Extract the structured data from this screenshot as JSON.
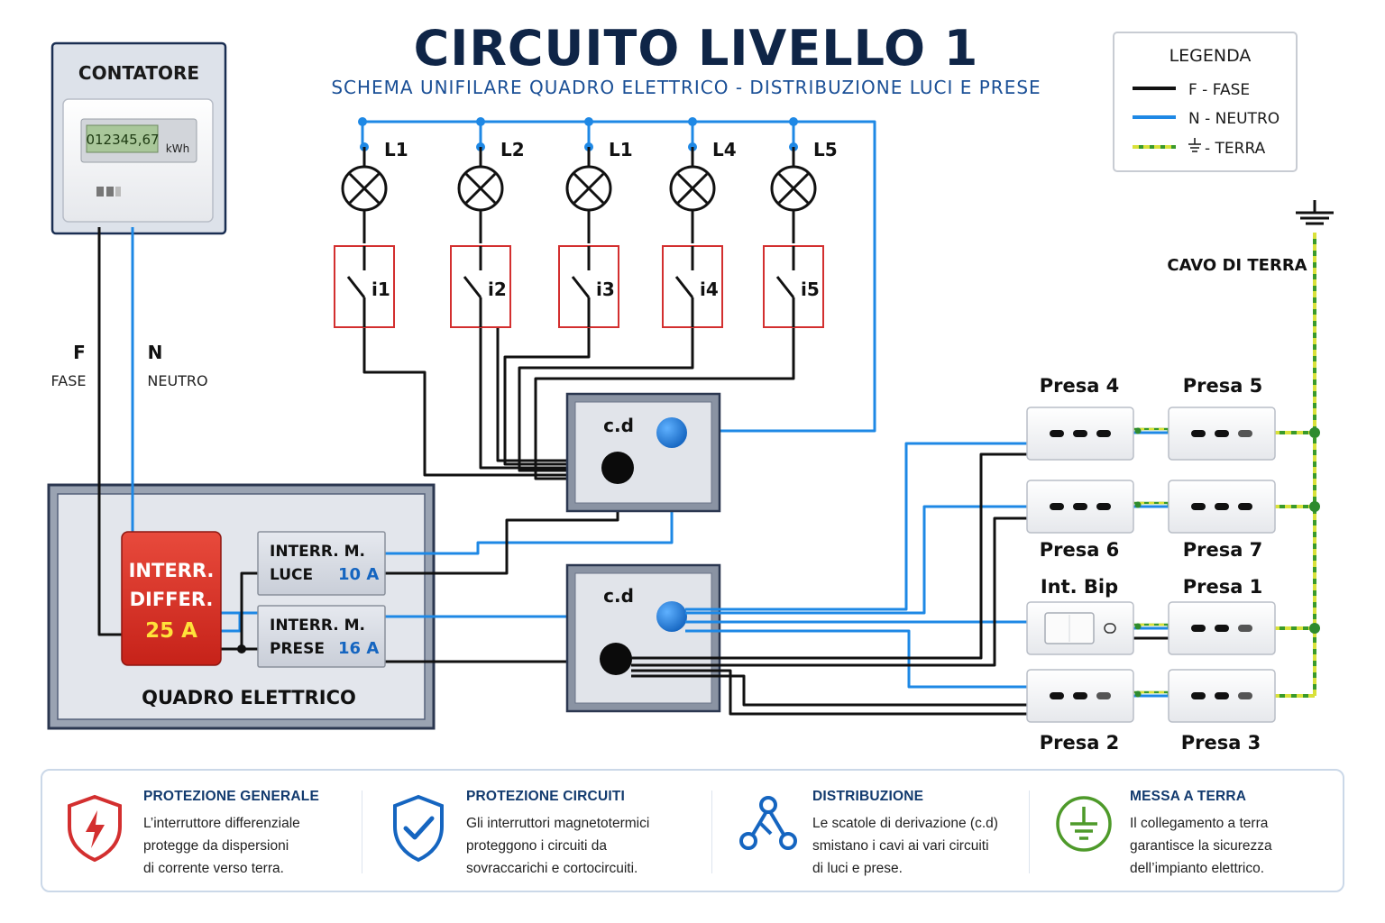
{
  "header": {
    "title": "CIRCUITO LIVELLO 1",
    "subtitle": "SCHEMA UNIFILARE QUADRO ELETTRICO - DISTRIBUZIONE LUCI E PRESE"
  },
  "meter": {
    "title": "CONTATORE",
    "reading": "012345,67",
    "unit": "kWh"
  },
  "supply": {
    "phase_letter": "F",
    "phase_word": "FASE",
    "neutral_letter": "N",
    "neutral_word": "NEUTRO"
  },
  "legend": {
    "title": "LEGENDA",
    "items": [
      {
        "label": "F - FASE",
        "color": "#111111"
      },
      {
        "label": "N - NEUTRO",
        "color": "#1e88e5"
      },
      {
        "label": "- TERRA",
        "color": "#c8d62c"
      }
    ]
  },
  "lamps": [
    "L1",
    "L2",
    "L1",
    "L4",
    "L5"
  ],
  "switches": [
    "i1",
    "i2",
    "i3",
    "i4",
    "i5"
  ],
  "junction_boxes": [
    "c.d",
    "c.d"
  ],
  "panel": {
    "title": "QUADRO ELETTRICO",
    "differential": {
      "line1": "INTERR.",
      "line2": "DIFFER.",
      "rating": "25 A"
    },
    "breaker_light": {
      "line1": "INTERR. M.",
      "line2": "LUCE",
      "rating": "10 A"
    },
    "breaker_sockets": {
      "line1": "INTERR. M.",
      "line2": "PRESE",
      "rating": "16 A"
    }
  },
  "earth": {
    "label": "CAVO DI TERRA"
  },
  "outlets": {
    "presa4": "Presa 4",
    "presa5": "Presa 5",
    "presa6": "Presa 6",
    "presa7": "Presa 7",
    "intbip": "Int. Bip",
    "presa1": "Presa 1",
    "presa2": "Presa 2",
    "presa3": "Presa 3"
  },
  "info_cards": [
    {
      "title": "PROTEZIONE GENERALE",
      "lines": [
        "L’interruttore differenziale",
        "protegge da dispersioni",
        "di corrente verso terra."
      ],
      "icon": "shield-lightning-icon",
      "color": "#d32f2f"
    },
    {
      "title": "PROTEZIONE CIRCUITI",
      "lines": [
        "Gli interruttori magnetotermici",
        "proteggono i circuiti da",
        "sovraccarichi e cortocircuiti."
      ],
      "icon": "shield-check-icon",
      "color": "#1565c0"
    },
    {
      "title": "DISTRIBUZIONE",
      "lines": [
        "Le scatole di derivazione (c.d)",
        "smistano i cavi ai vari circuiti",
        "di luci e prese."
      ],
      "icon": "distribution-nodes-icon",
      "color": "#1565c0"
    },
    {
      "title": "MESSA A TERRA",
      "lines": [
        "Il collegamento a terra",
        "garantisce la sicurezza",
        "dell’impianto elettrico."
      ],
      "icon": "ground-symbol-icon",
      "color": "#4e9a2a"
    }
  ],
  "colors": {
    "phase": "#111111",
    "neutral": "#1e88e5",
    "earth_yellow": "#c8d62c",
    "earth_green": "#3a9a2a",
    "title": "#0f2547",
    "breaker_red": "#d9302a"
  }
}
